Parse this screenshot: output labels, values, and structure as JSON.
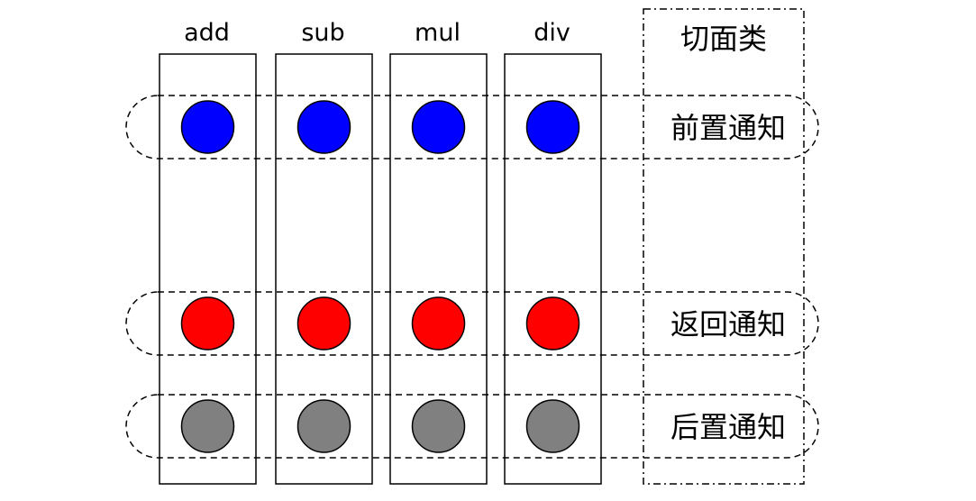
{
  "methods": [
    "add",
    "sub",
    "mul",
    "div"
  ],
  "aspect_title": "切面类",
  "advices": [
    {
      "label": "前置通知",
      "color": "#0000FF"
    },
    {
      "label": "返回通知",
      "color": "#FF0000"
    },
    {
      "label": "后置通知",
      "color": "#808080"
    }
  ]
}
